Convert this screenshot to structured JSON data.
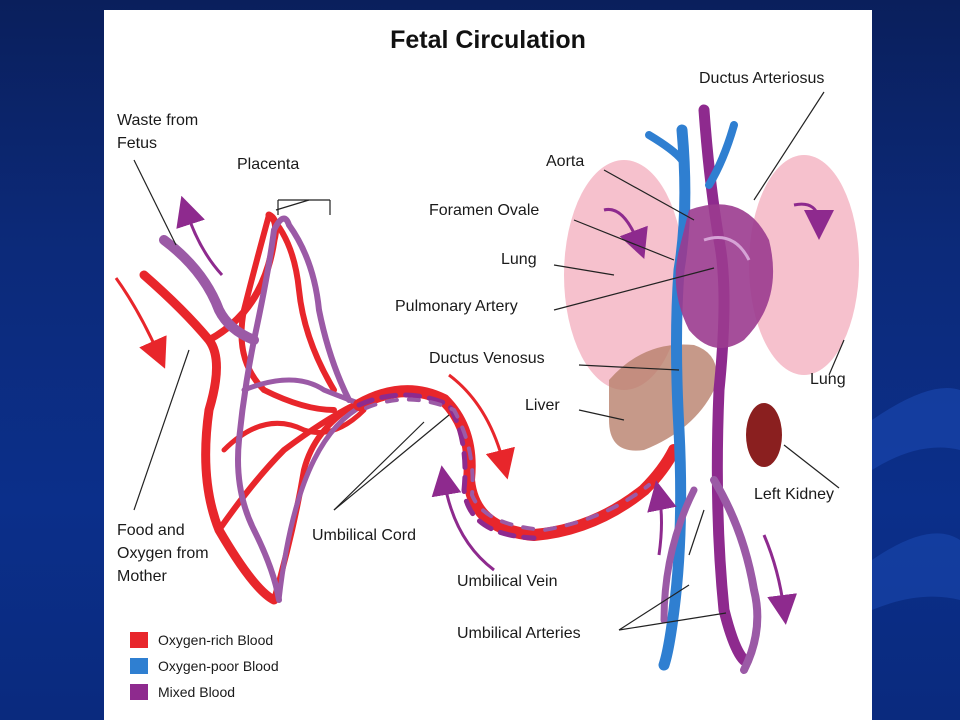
{
  "title": "Fetal Circulation",
  "labels": {
    "waste_from_fetus_1": "Waste from",
    "waste_from_fetus_2": "Fetus",
    "placenta": "Placenta",
    "food_oxygen_1": "Food and",
    "food_oxygen_2": "Oxygen from",
    "food_oxygen_3": "Mother",
    "umbilical_cord": "Umbilical Cord",
    "umbilical_vein": "Umbilical Vein",
    "umbilical_arteries": "Umbilical Arteries",
    "ductus_arteriosus": "Ductus Arteriosus",
    "aorta": "Aorta",
    "foramen_ovale": "Foramen Ovale",
    "lung_left": "Lung",
    "pulmonary_artery": "Pulmonary Artery",
    "ductus_venosus": "Ductus Venosus",
    "liver": "Liver",
    "lung_right": "Lung",
    "left_kidney": "Left Kidney"
  },
  "legend": [
    {
      "label": "Oxygen-rich Blood",
      "color": "#e8262b"
    },
    {
      "label": "Oxygen-poor Blood",
      "color": "#2f7fd1"
    },
    {
      "label": "Mixed Blood",
      "color": "#8e2a8e"
    }
  ],
  "colors": {
    "oxygen_rich": "#e8262b",
    "oxygen_poor": "#2f7fd1",
    "mixed": "#8e2a8e",
    "lung": "#f4b6c4",
    "liver": "#b8806c",
    "kidney": "#8a1f1f",
    "heart": "#9b3b8f"
  }
}
